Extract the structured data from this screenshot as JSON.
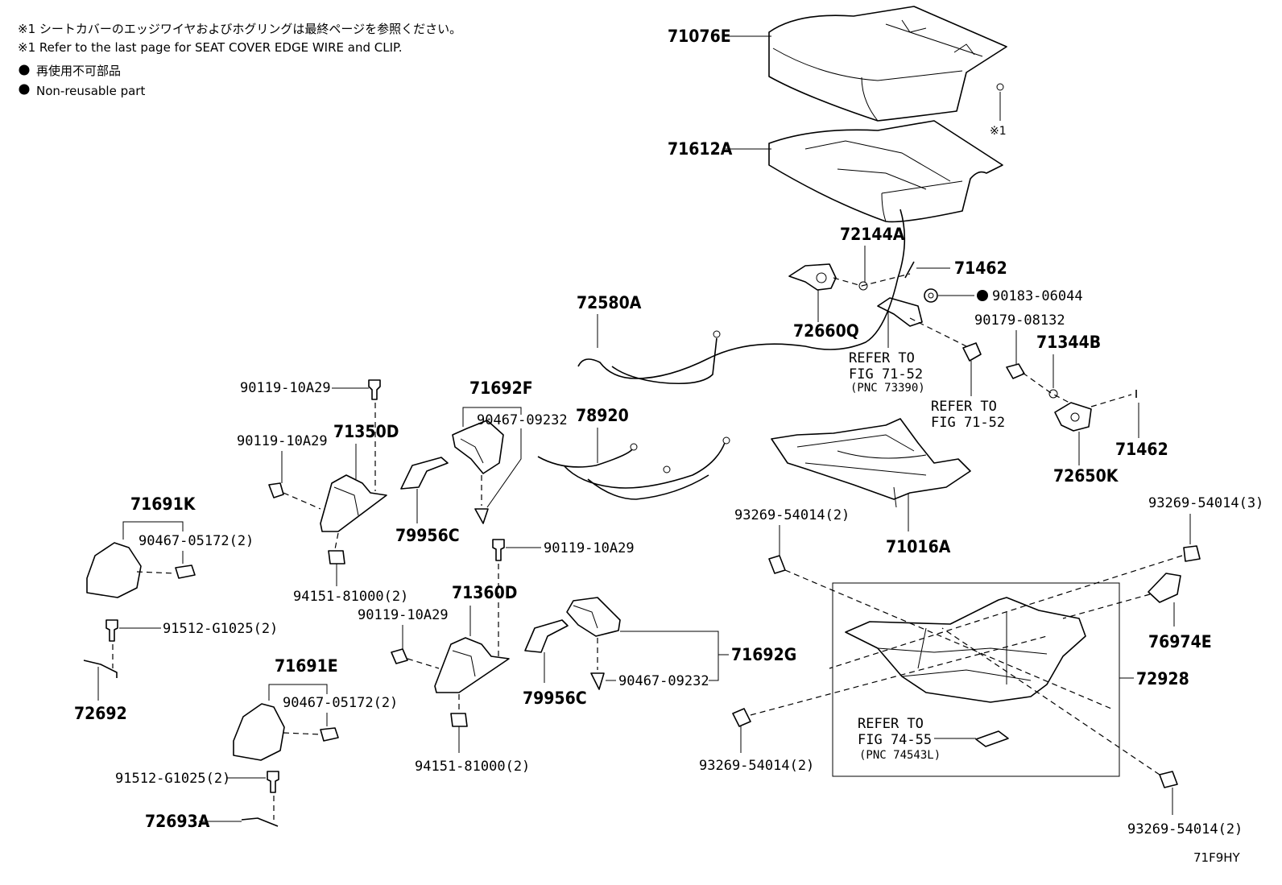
{
  "notes": {
    "line1_jp": "※1 シートカバーのエッジワイヤおよびホグリングは最終ページを参照ください。",
    "line1_en": "※1 Refer to the last page for SEAT COVER EDGE WIRE and CLIP.",
    "legend_jp": "再使用不可部品",
    "legend_en": "Non-reusable part"
  },
  "callouts": {
    "c71076E": "71076E",
    "c71612A": "71612A",
    "ref1": "※1",
    "c72144A": "72144A",
    "c71462a": "71462",
    "c90183": "90183-06044",
    "c72660Q": "72660Q",
    "c90179": "90179-08132",
    "c71344B": "71344B",
    "c71462b": "71462",
    "c72650K": "72650K",
    "c72580A": "72580A",
    "c71692F": "71692F",
    "c90467a": "90467-09232",
    "c78920": "78920",
    "c90119a": "90119-10A29",
    "c90119b": "90119-10A29",
    "c71350D": "71350D",
    "c79956Ca": "79956C",
    "c71691K": "71691K",
    "c90467_05172a": "90467-05172(2)",
    "c94151a": "94151-81000(2)",
    "c90119c": "90119-10A29",
    "c90119d": "90119-10A29",
    "c71360D": "71360D",
    "c91512a": "91512-G1025(2)",
    "c72692": "72692",
    "c71691E": "71691E",
    "c90467_05172b": "90467-05172(2)",
    "c91512b": "91512-G1025(2)",
    "c72693A": "72693A",
    "c94151b": "94151-81000(2)",
    "c79956Cb": "79956C",
    "c90467b": "90467-09232",
    "c71692G": "71692G",
    "c71016A": "71016A",
    "c93269a": "93269-54014(2)",
    "c93269b": "93269-54014(3)",
    "c76974E": "76974E",
    "c72928": "72928",
    "c93269c": "93269-54014(2)",
    "c93269d": "93269-54014(2)",
    "figcode": "71F9HY"
  },
  "refs": {
    "r1": {
      "l1": "REFER TO",
      "l2": "FIG 71-52",
      "l3": "(PNC 73390)"
    },
    "r2": {
      "l1": "REFER TO",
      "l2": "FIG 71-52"
    },
    "r3": {
      "l1": "REFER TO",
      "l2": "FIG 74-55",
      "l3": "(PNC 74543L)"
    }
  }
}
